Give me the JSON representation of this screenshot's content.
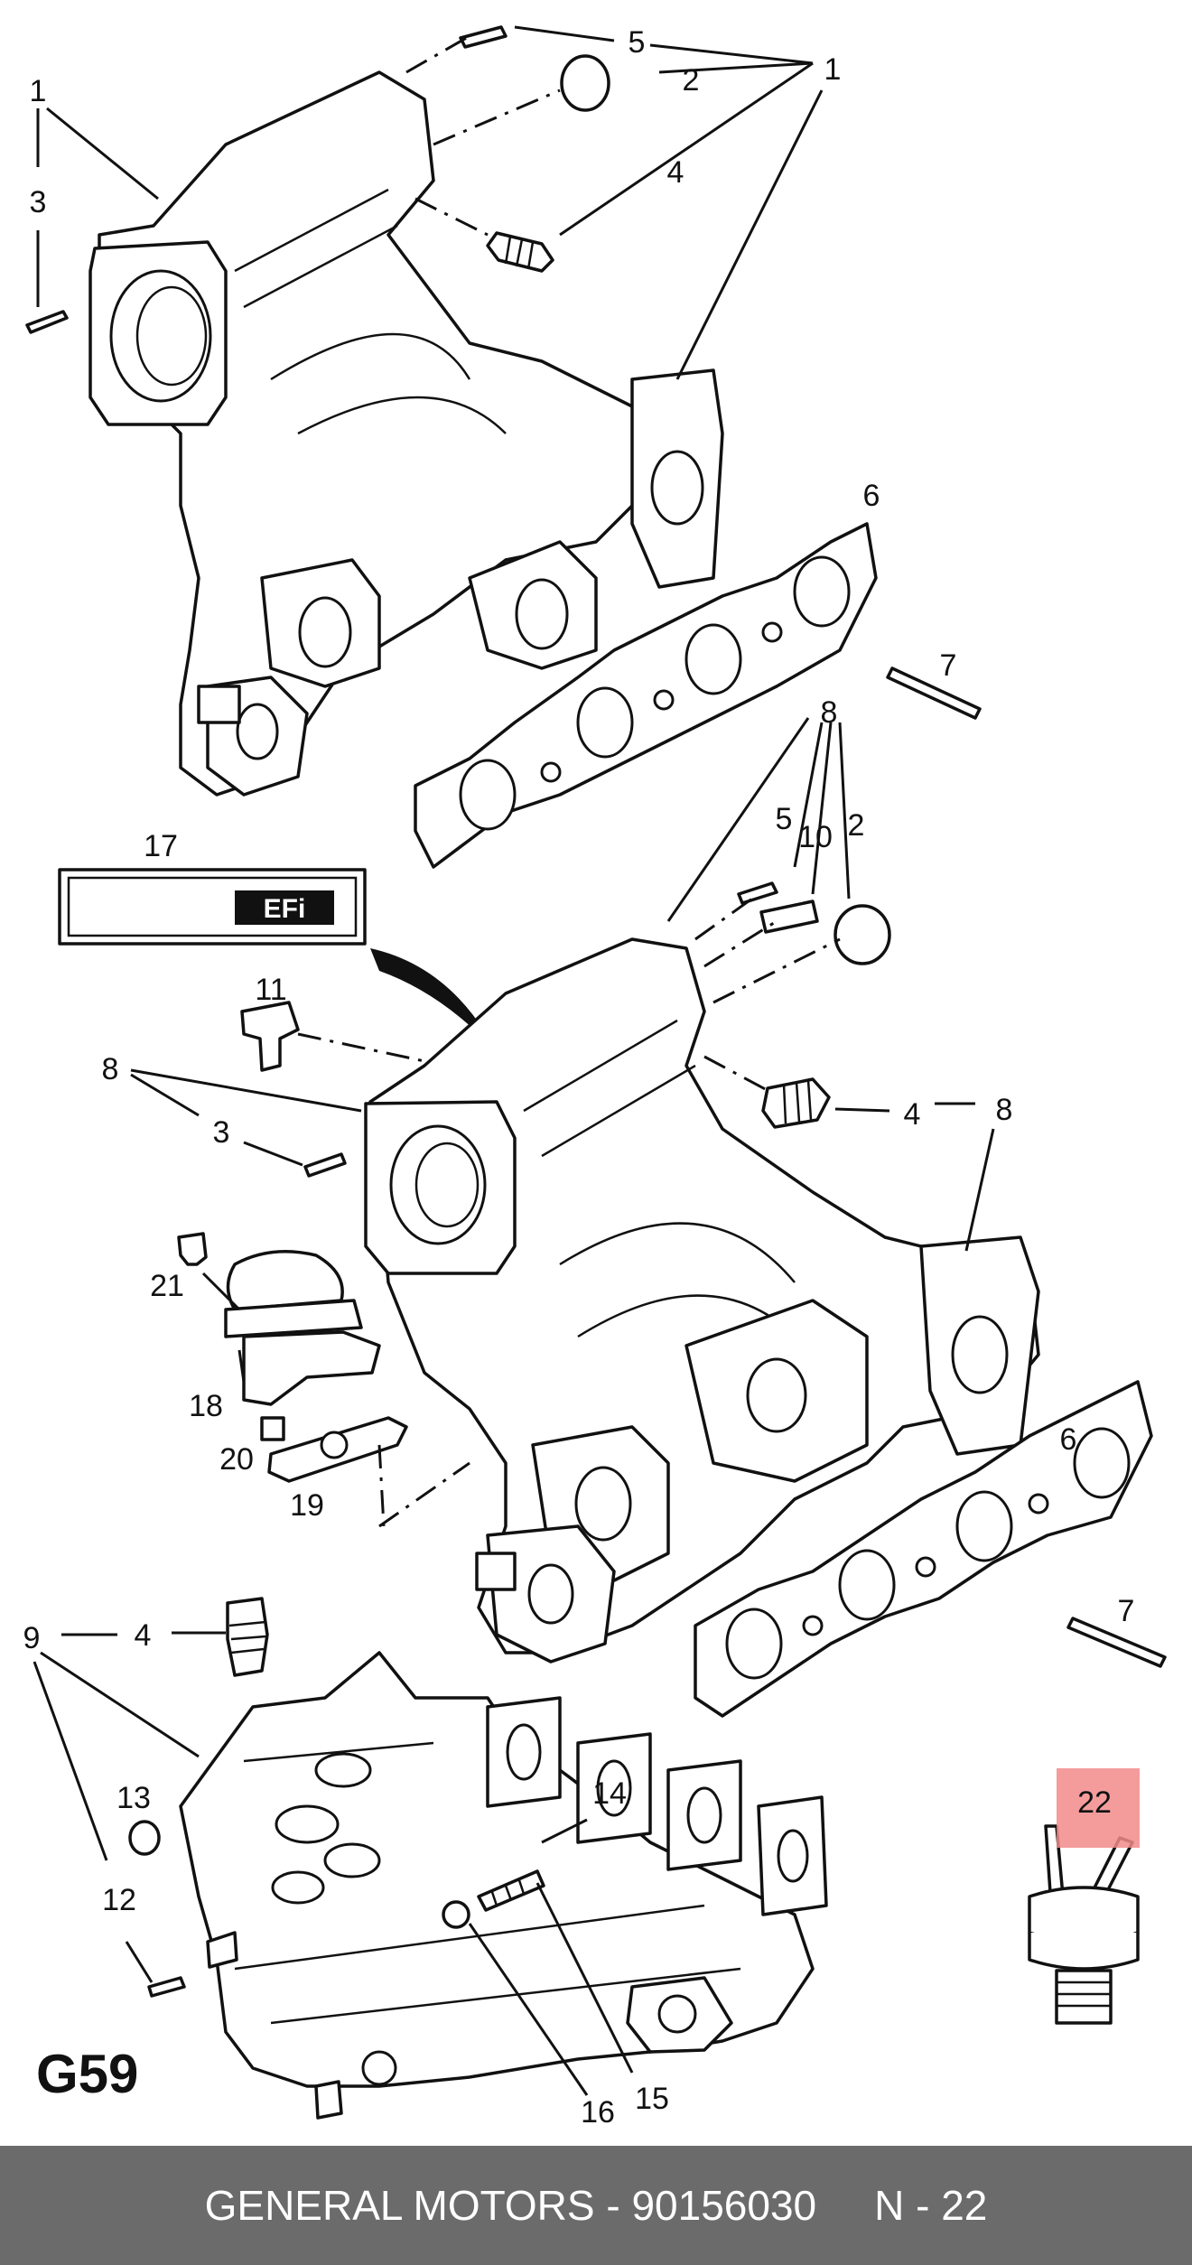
{
  "diagram": {
    "section_code": "G59",
    "highlighted_callout": "22",
    "callouts": {
      "c_top_5": "5",
      "c_top_2": "2",
      "c_top_1a": "1",
      "c_top_4": "4",
      "c_left_1": "1",
      "c_left_3": "3",
      "c_6a": "6",
      "c_7a": "7",
      "c_8a": "8",
      "c_5b": "5",
      "c_10": "10",
      "c_2b": "2",
      "c_17": "17",
      "c_11": "11",
      "c_8b": "8",
      "c_3b": "3",
      "c_4b": "4",
      "c_8c": "8",
      "c_21": "21",
      "c_18": "18",
      "c_20": "20",
      "c_19": "19",
      "c_6b": "6",
      "c_7b": "7",
      "c_9": "9",
      "c_4c": "4",
      "c_13": "13",
      "c_12": "12",
      "c_14": "14",
      "c_16": "16",
      "c_15": "15",
      "c_22": "22"
    },
    "badge_text": "EFi"
  },
  "footer": {
    "part_text": "GENERAL MOTORS - 90156030",
    "page_text": "N - 22"
  }
}
